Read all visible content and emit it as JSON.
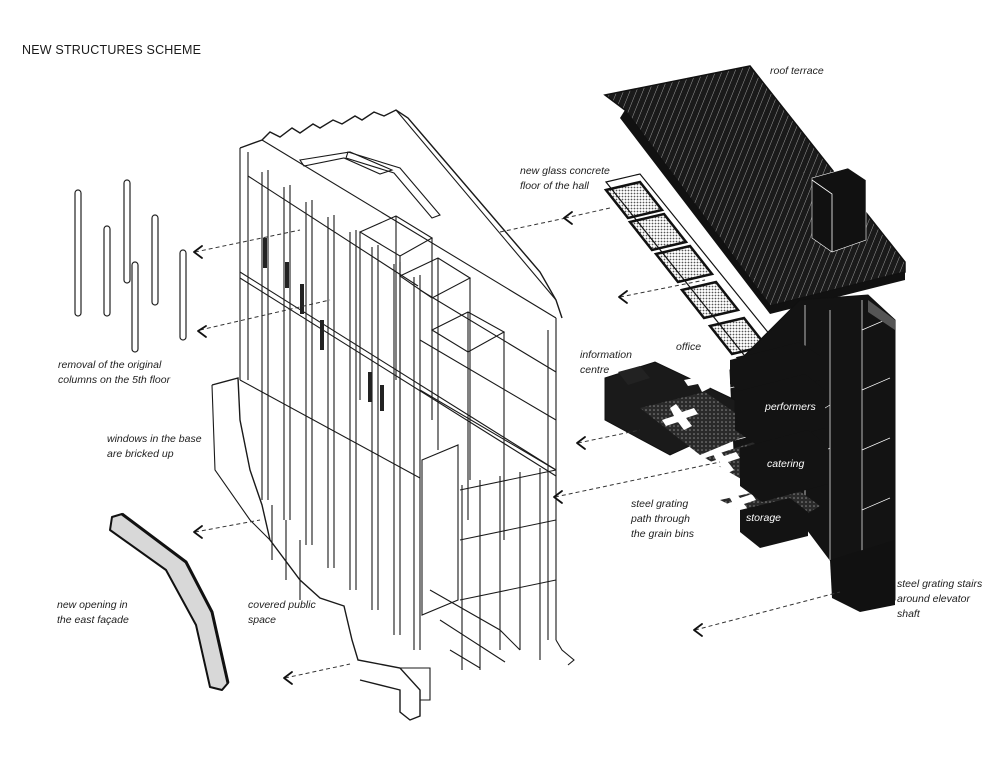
{
  "title": "NEW STRUCTURES SCHEME",
  "colors": {
    "ink": "#111111",
    "hatch": "#6e6e6e",
    "paper": "#ffffff",
    "light_panel": "#dcdcdc"
  },
  "labels": {
    "roof_terrace": "roof terrace",
    "glass_floor": [
      "new glass concrete",
      "floor of the hall"
    ],
    "removal_columns": [
      "removal of the original",
      "columns on the 5th floor"
    ],
    "information_centre": [
      "information",
      "centre"
    ],
    "office": "office",
    "performers": "performers",
    "windows_bricked": [
      "windows in the base",
      "are bricked up"
    ],
    "catering": "catering",
    "steel_path": [
      "steel grating",
      "path through",
      "the grain bins"
    ],
    "storage": "storage",
    "new_opening": [
      "new opening in",
      "the east façade"
    ],
    "covered_space": [
      "covered public",
      "space"
    ],
    "steel_stairs": [
      "steel grating stairs",
      "around elevator",
      "shaft"
    ]
  }
}
